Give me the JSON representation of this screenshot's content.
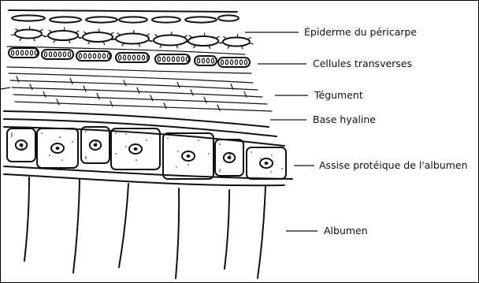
{
  "labels": [
    {
      "id": "epiderme",
      "text": "Épiderme du péricarpe"
    },
    {
      "id": "cellules",
      "text": "Cellules transverses"
    },
    {
      "id": "tegument",
      "text": "Tégument"
    },
    {
      "id": "base",
      "text": "Base hyaline"
    },
    {
      "id": "assise",
      "text": "Assise protéique de l'albumen"
    },
    {
      "id": "albumen",
      "text": "Albumen"
    }
  ]
}
